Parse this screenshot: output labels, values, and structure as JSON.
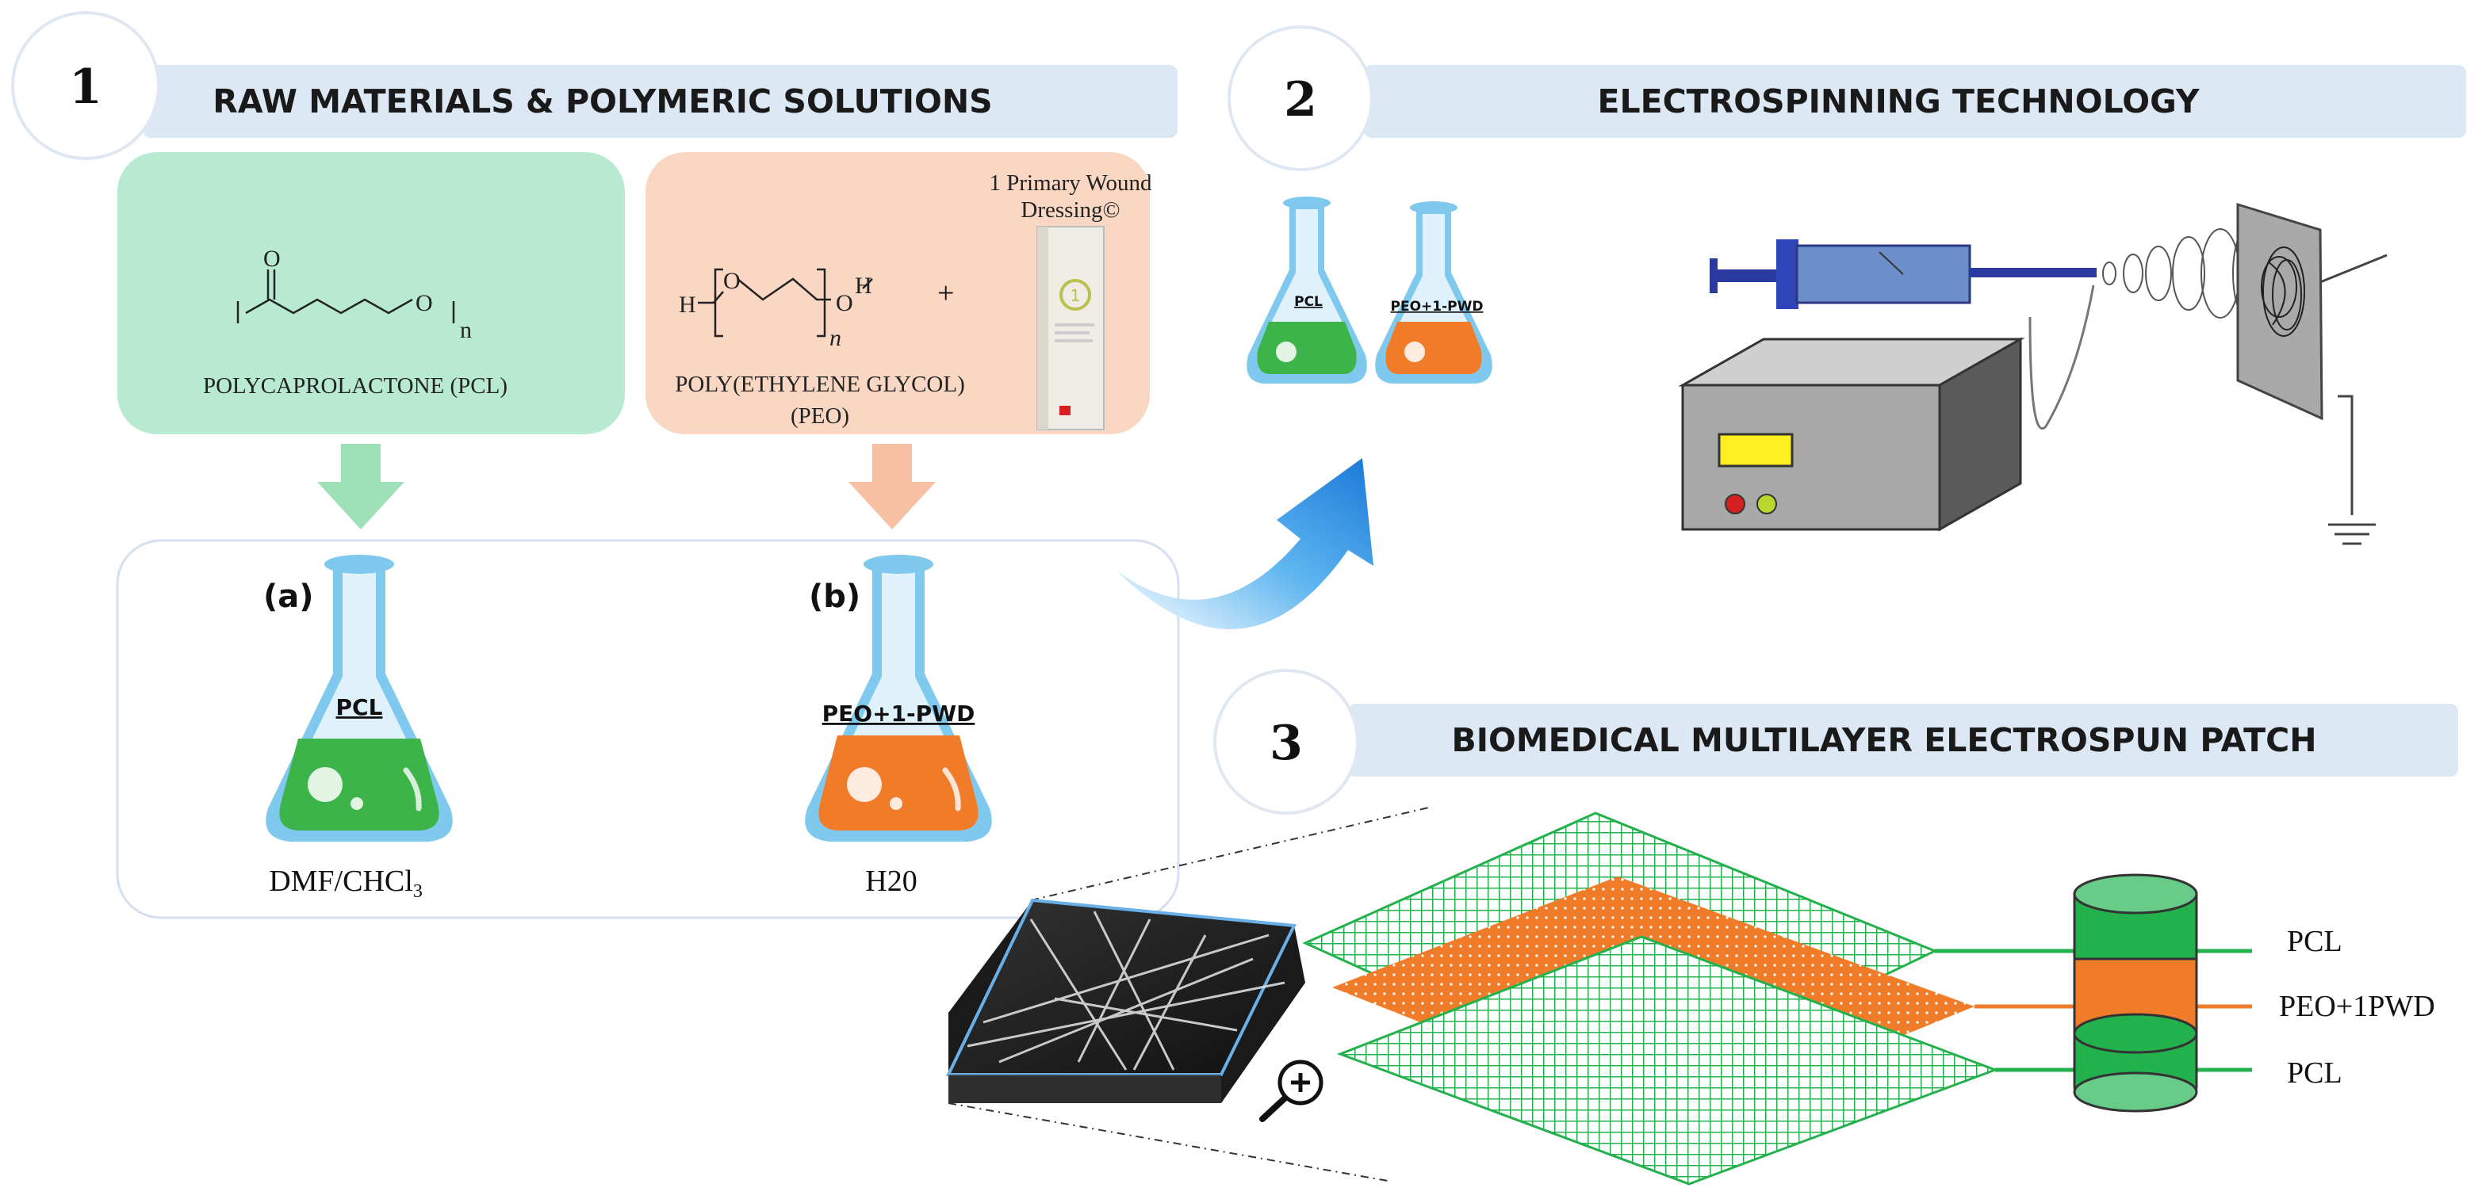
{
  "sections": {
    "s1": {
      "number": "1",
      "title": "RAW MATERIALS & POLYMERIC SOLUTIONS"
    },
    "s2": {
      "number": "2",
      "title": "ELECTROSPINNING TECHNOLOGY"
    },
    "s3": {
      "number": "3",
      "title": "BIOMEDICAL MULTILAYER ELECTROSPUN PATCH"
    }
  },
  "materials": {
    "pcl_name": "POLYCAPROLACTONE (PCL)",
    "peo_name_line1": "POLY(ETHYLENE GLYCOL)",
    "peo_name_line2": "(PEO)",
    "dressing_line1": "1 Primary Wound",
    "dressing_line2": "Dressing©",
    "plus": "+",
    "pcl_subscript": "n",
    "peo_subscript": "n",
    "peo_H_left": "H",
    "peo_H_right": "H",
    "peo_O_left": "O",
    "peo_O_right": "O",
    "pcl_O_top": "O",
    "pcl_O_right": "O"
  },
  "solutions": {
    "a_letter": "(a)",
    "a_flask": "PCL",
    "a_solvent": "DMF/CHCl",
    "a_solvent_sub": "3",
    "b_letter": "(b)",
    "b_flask": "PEO+1-PWD",
    "b_solvent": "H20"
  },
  "electrospinning": {
    "flask1": "PCL",
    "flask2": "PEO+1-PWD"
  },
  "patch": {
    "layers": [
      "PCL",
      "PEO+1PWD",
      "PCL"
    ]
  },
  "colors": {
    "banner": "#dde8f5",
    "pcl_box": "#b8ead2",
    "peo_box": "#f9d7c3",
    "pcl_arrow": "#9ee0b8",
    "peo_arrow": "#f7c0a2",
    "pcl_green": "#22b14c",
    "peo_orange": "#f07c2a",
    "flask_blue": "#7fc8ee",
    "mesh_green": "#22b14c"
  }
}
